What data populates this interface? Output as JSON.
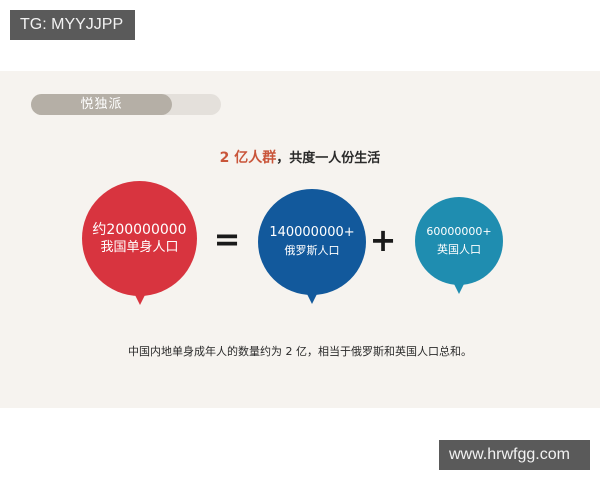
{
  "watermarks": {
    "top_left": "TG: MYYJJPP",
    "bottom_right": "www.hrwfgg.com"
  },
  "tag": {
    "label": "悦独派"
  },
  "headline": {
    "accent": "2 亿人群",
    "rest": "，共度一人份生活"
  },
  "bubbles": [
    {
      "number": "约200000000",
      "label": "我国单身人口",
      "color": "#d8343f"
    },
    {
      "number": "140000000+",
      "label": "俄罗斯人口",
      "color": "#12599c"
    },
    {
      "number": "60000000+",
      "label": "英国人口",
      "color": "#1f8db0"
    }
  ],
  "operators": {
    "equals": "=",
    "plus": "+"
  },
  "caption": "中国内地单身成年人的数量约为 2 亿，相当于俄罗斯和英国人口总和。",
  "colors": {
    "panel_bg": "#f6f3ef",
    "pill_fill": "#b5afa6",
    "pill_track": "#e4e0db",
    "accent_text": "#c9553a",
    "watermark_bg": "#5a5a5a"
  }
}
